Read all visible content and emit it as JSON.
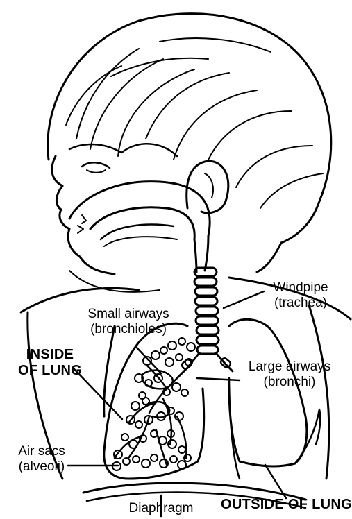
{
  "labels": {
    "windpipe": {
      "line1": "Windpipe",
      "line2": "(trachea)"
    },
    "small_airways": {
      "line1": "Small airways",
      "line2": "(bronchioles)"
    },
    "inside_of_lung": {
      "line1": "INSIDE",
      "line2": "OF LUNG"
    },
    "large_airways": {
      "line1": "Large airways",
      "line2": "(bronchi)"
    },
    "air_sacs": {
      "line1": "Air sacs",
      "line2": "(alveoli)"
    },
    "diaphragm": "Diaphragm",
    "outside_of_lung": "OUTSIDE OF LUNG"
  }
}
